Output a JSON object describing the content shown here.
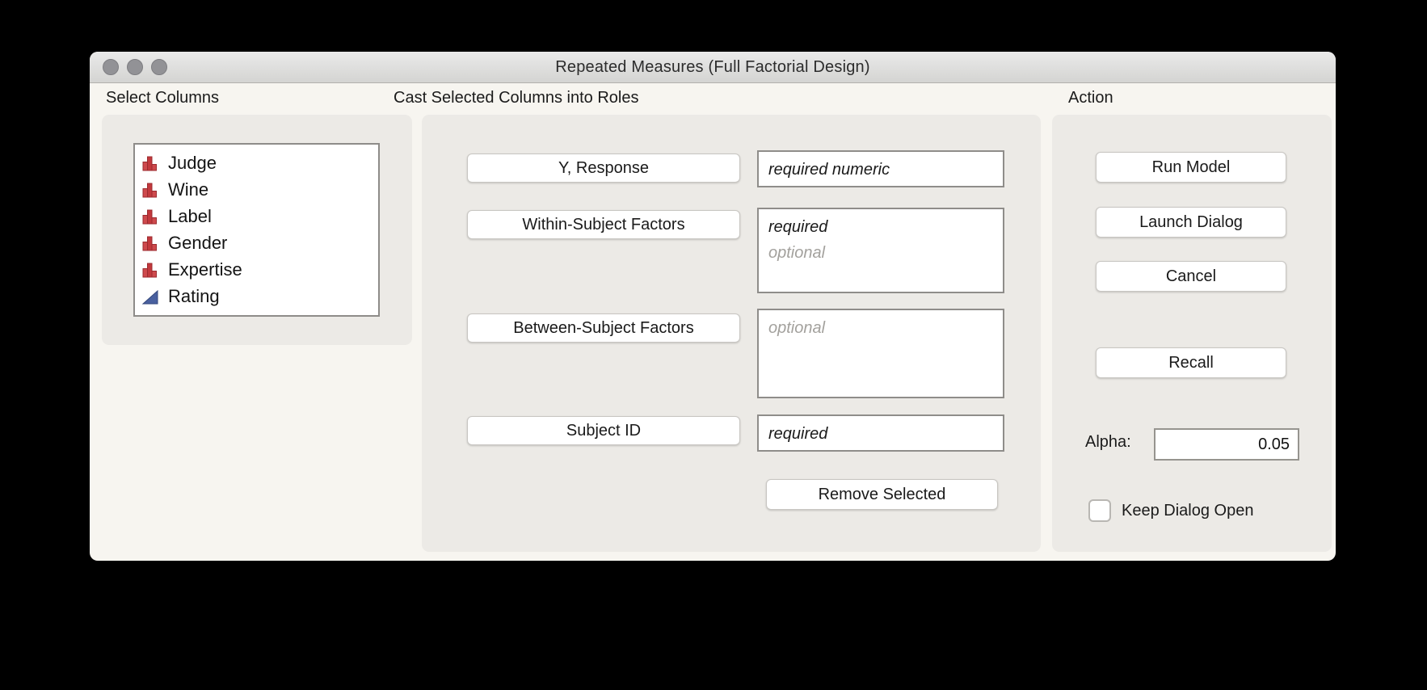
{
  "window": {
    "title": "Repeated Measures (Full Factorial Design)"
  },
  "select_columns": {
    "label": "Select Columns",
    "items": [
      {
        "label": "Judge",
        "icon": "nominal-histogram-icon"
      },
      {
        "label": "Wine",
        "icon": "nominal-histogram-icon"
      },
      {
        "label": "Label",
        "icon": "nominal-histogram-icon"
      },
      {
        "label": "Gender",
        "icon": "nominal-histogram-icon"
      },
      {
        "label": "Expertise",
        "icon": "nominal-histogram-icon"
      },
      {
        "label": "Rating",
        "icon": "continuous-triangle-icon"
      }
    ]
  },
  "roles": {
    "label": "Cast Selected Columns into Roles",
    "y_response": {
      "button": "Y, Response",
      "placeholder": "required numeric"
    },
    "within_subject": {
      "button": "Within-Subject Factors",
      "placeholder_line1": "required",
      "placeholder_line2": "optional"
    },
    "between_subject": {
      "button": "Between-Subject Factors",
      "placeholder": "optional"
    },
    "subject_id": {
      "button": "Subject ID",
      "placeholder": "required"
    },
    "remove_selected": "Remove Selected"
  },
  "action": {
    "label": "Action",
    "run_model": "Run Model",
    "launch_dialog": "Launch Dialog",
    "cancel": "Cancel",
    "recall": "Recall",
    "alpha_label": "Alpha:",
    "alpha_value": "0.05",
    "keep_dialog_open": "Keep Dialog Open",
    "keep_dialog_open_checked": false
  },
  "colors": {
    "nominal_icon_red": "#c2393d",
    "continuous_icon_blue": "#49609f",
    "panel_background": "#eceae6",
    "window_background": "#f7f5f0",
    "titlebar_gradient_top": "#eaeaea",
    "titlebar_gradient_bottom": "#d4d4d2"
  }
}
